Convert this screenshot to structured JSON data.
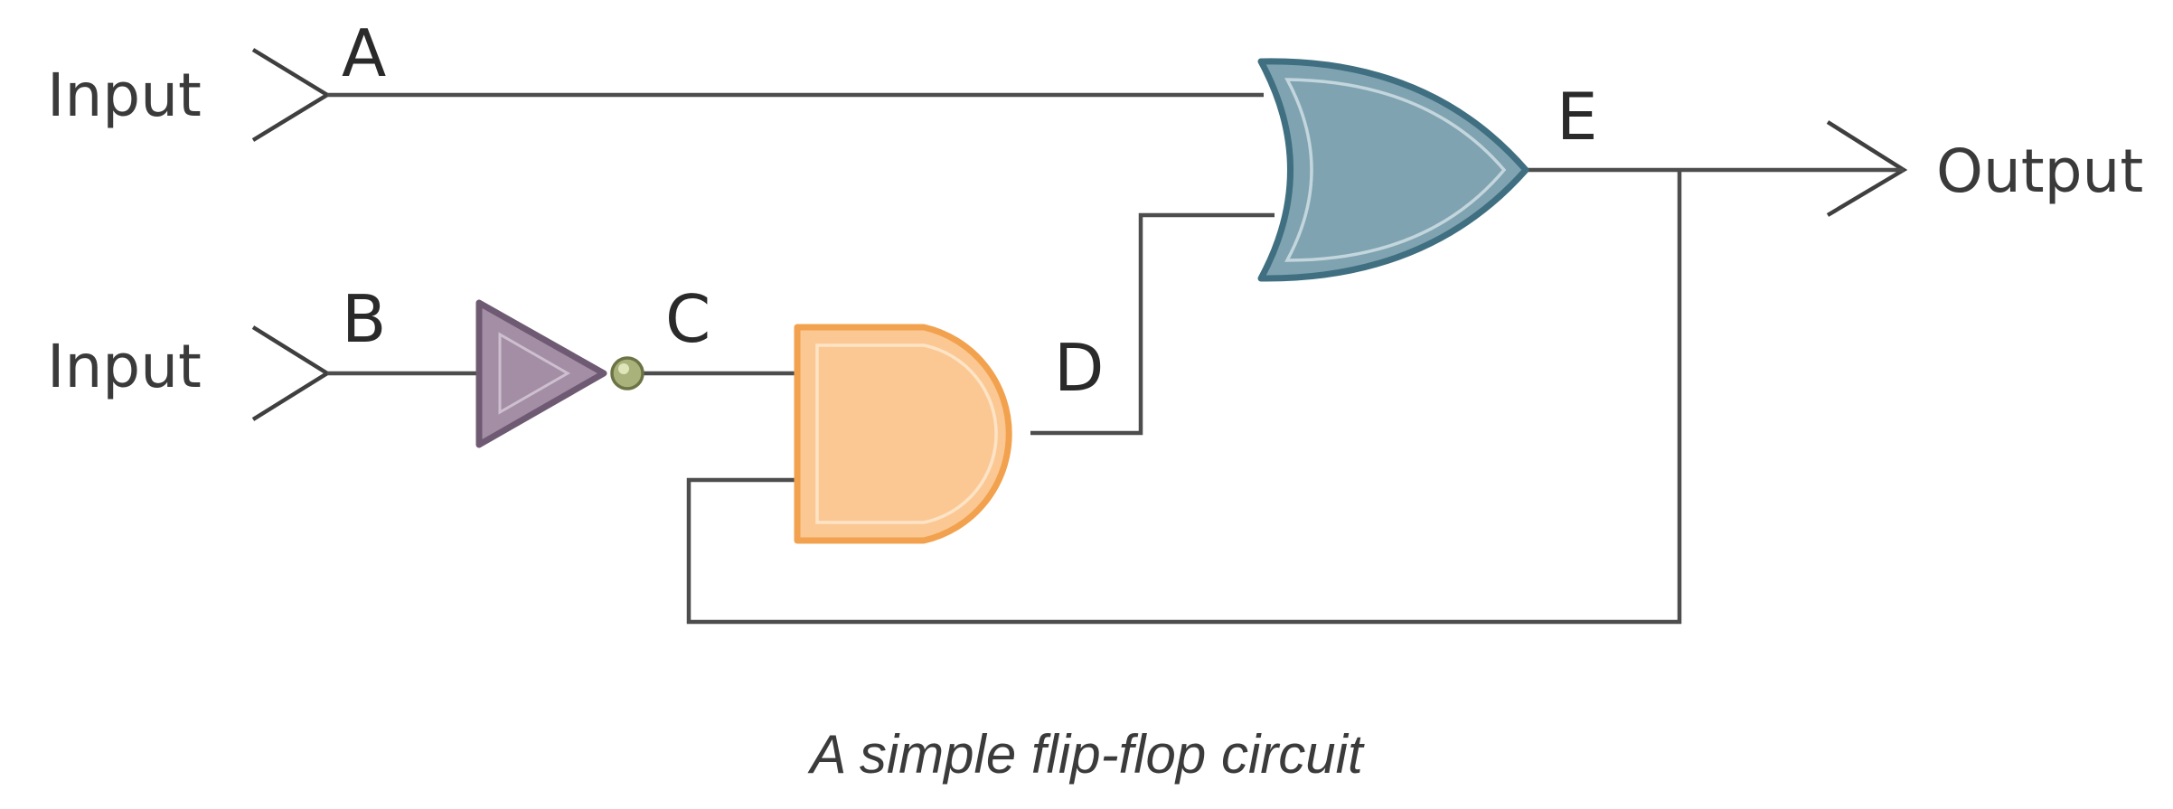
{
  "diagram": {
    "terminals": {
      "input_a": "Input",
      "input_b": "Input",
      "output": "Output"
    },
    "nodes": {
      "a": "A",
      "b": "B",
      "c": "C",
      "d": "D",
      "e": "E"
    },
    "caption": "A simple flip-flop circuit"
  },
  "colors": {
    "background": "#ffffff",
    "wire": "#4d4d4d",
    "or_gate_fill": "#7fa3b1",
    "or_gate_stroke": "#3f6f80",
    "and_gate_fill": "#fbc894",
    "and_gate_stroke": "#f2a24e",
    "not_gate_fill": "#a48ea5",
    "not_gate_stroke": "#6e5a72",
    "inversion_bubble": "#a9b27a"
  },
  "components": {
    "gates": [
      "or-gate",
      "and-gate",
      "not-gate"
    ]
  }
}
